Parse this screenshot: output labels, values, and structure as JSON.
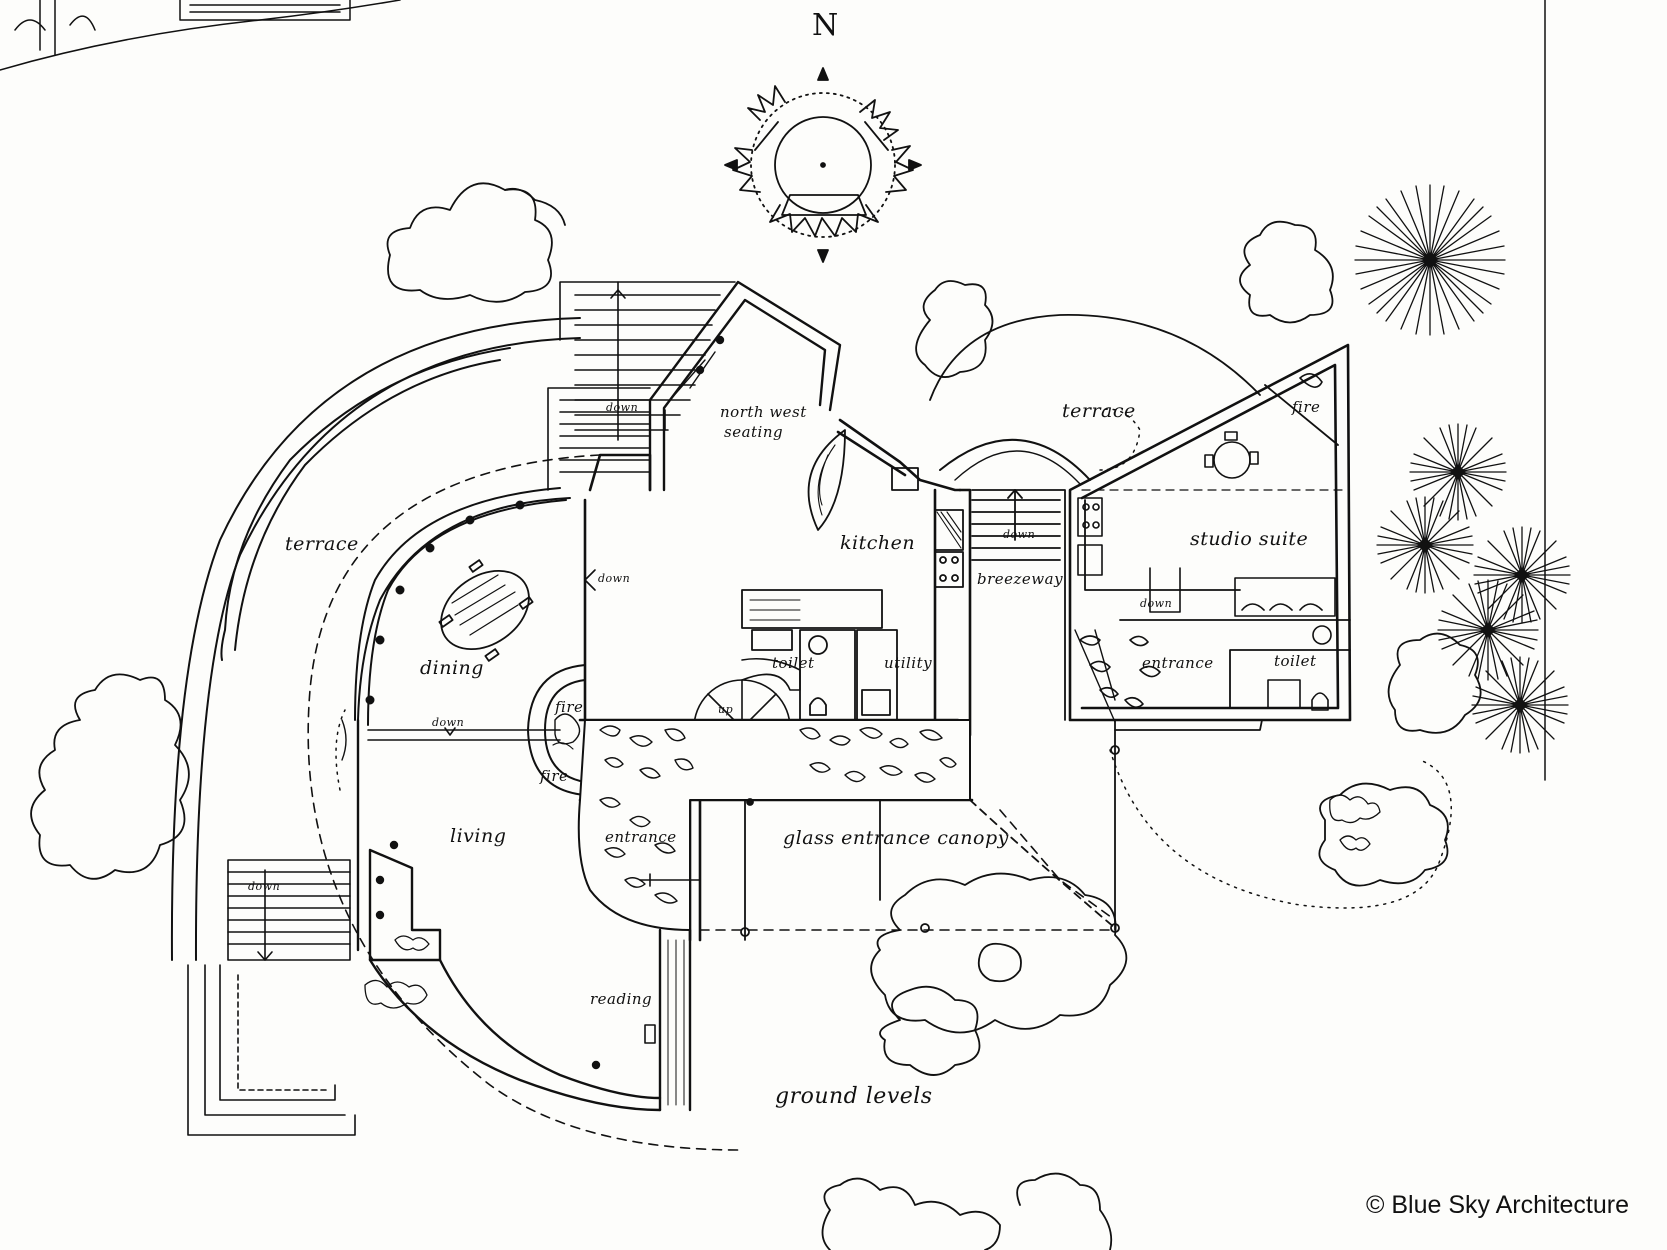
{
  "compass": {
    "north_label": "N"
  },
  "labels": {
    "terrace_west": "terrace",
    "terrace_north": "terrace",
    "north_west_seating_line1": "north west",
    "north_west_seating_line2": "seating",
    "kitchen": "kitchen",
    "studio_suite": "studio suite",
    "breezeway": "breezeway",
    "dining": "dining",
    "toilet_main": "toilet",
    "utility": "utility",
    "entrance_studio": "entrance",
    "toilet_studio": "toilet",
    "fire_studio": "fire",
    "fire_living_1": "fire",
    "fire_living_2": "fire",
    "living": "living",
    "entrance_main": "entrance",
    "glass_entrance_canopy": "glass entrance canopy",
    "reading": "reading",
    "ground_levels": "ground levels",
    "down_1": "down",
    "down_2": "down",
    "down_3": "down",
    "down_4": "down",
    "down_5": "down",
    "down_6": "down",
    "up": "up"
  },
  "credit": "© Blue Sky Architecture",
  "colors": {
    "ink": "#111111",
    "paper": "#fdfdfb"
  }
}
